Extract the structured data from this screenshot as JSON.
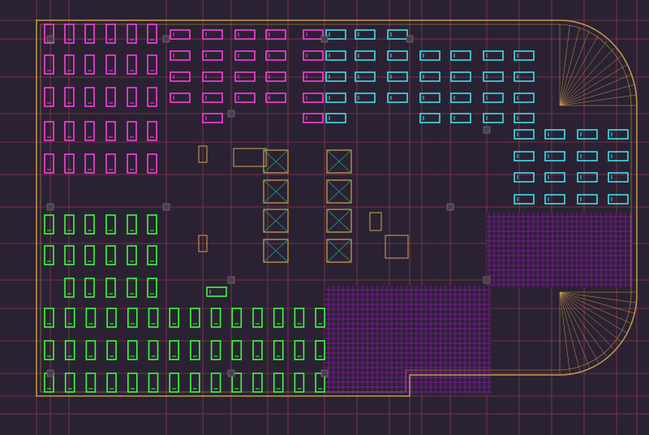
{
  "drawing": {
    "type": "CAD parking floor plan",
    "colors": {
      "background": "#2a2233",
      "grid": "#8c3a4e",
      "outline": "#c89a4a",
      "zone_magenta": "#ff3ee0",
      "zone_cyan": "#3fe0ee",
      "zone_green": "#3cff3c",
      "zone_purple": "#9a1eb4",
      "core": "#d6a44c",
      "annotation": "#1fae8a"
    },
    "zones": [
      {
        "name": "magenta-zone",
        "stall_orientation": "vertical"
      },
      {
        "name": "magenta-zone-horizontal",
        "stall_orientation": "horizontal"
      },
      {
        "name": "cyan-zone",
        "stall_orientation": "horizontal"
      },
      {
        "name": "green-zone",
        "stall_orientation": "vertical"
      },
      {
        "name": "purple-zone",
        "stall_orientation": "hatched"
      }
    ]
  }
}
